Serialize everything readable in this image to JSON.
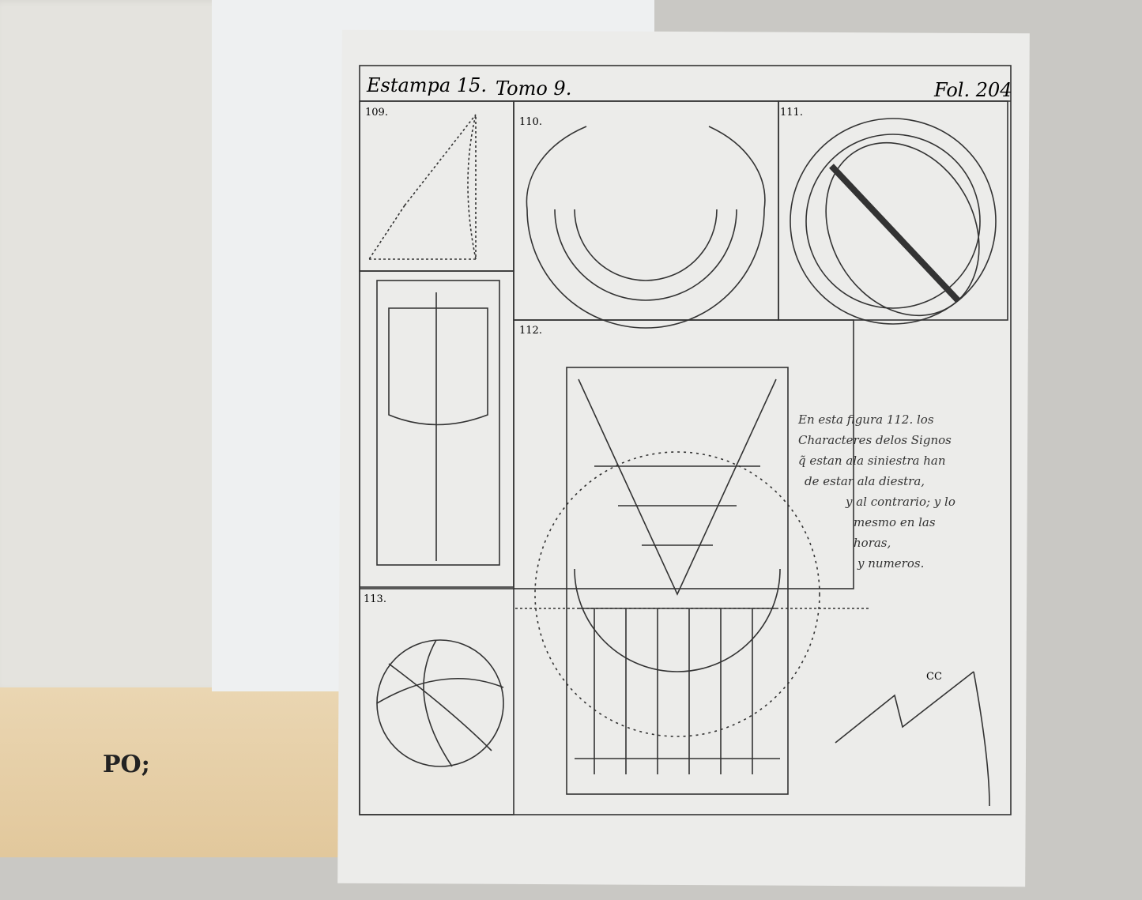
{
  "book": {
    "spine_stamp": "PO;"
  },
  "plate": {
    "header_left": "Estampa 15.",
    "header_middle": "Tomo 9.",
    "header_right": "Fol. 204.",
    "figures": [
      {
        "number": "109."
      },
      {
        "number": "110."
      },
      {
        "number": "111."
      },
      {
        "number": "112."
      },
      {
        "number": "113."
      }
    ],
    "caption_lines": [
      "En esta figura 112. los",
      "Characteres delos Signos",
      "q̃ estan ala siniestra han",
      "de estar ala diestra,",
      "y al contrario; y lo",
      "mesmo en las horas,",
      "y numeros."
    ],
    "labels": {
      "fig112_cc": "CC"
    }
  },
  "colors": {
    "paper": "#ececea",
    "ink": "#2a2a2a",
    "book_edge": "#e6cfa6",
    "background": "#c9c8c4"
  }
}
